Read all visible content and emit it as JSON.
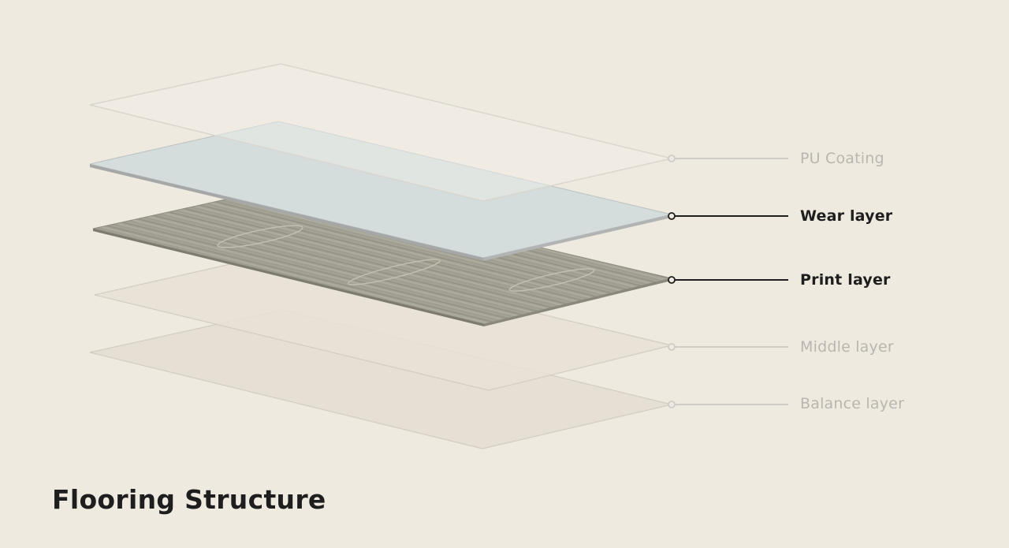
{
  "title": "Flooring Structure",
  "layers": [
    {
      "id": "pu",
      "label": "PU Coating",
      "state": "dim"
    },
    {
      "id": "wear",
      "label": "Wear layer",
      "state": "active"
    },
    {
      "id": "print",
      "label": "Print layer",
      "state": "active"
    },
    {
      "id": "middle",
      "label": "Middle layer",
      "state": "dim"
    },
    {
      "id": "balance",
      "label": "Balance layer",
      "state": "dim"
    }
  ],
  "colors": {
    "background": "#EFEADF",
    "active_text": "#1E1E1E",
    "dim_text": "#B9B6B1",
    "active_line": "#1E1E1E",
    "dim_line": "#CFCCC8",
    "wear_fill": "#D4DDDB",
    "print_fill": "#A5A496",
    "base_fill": "#E6E0D4"
  }
}
